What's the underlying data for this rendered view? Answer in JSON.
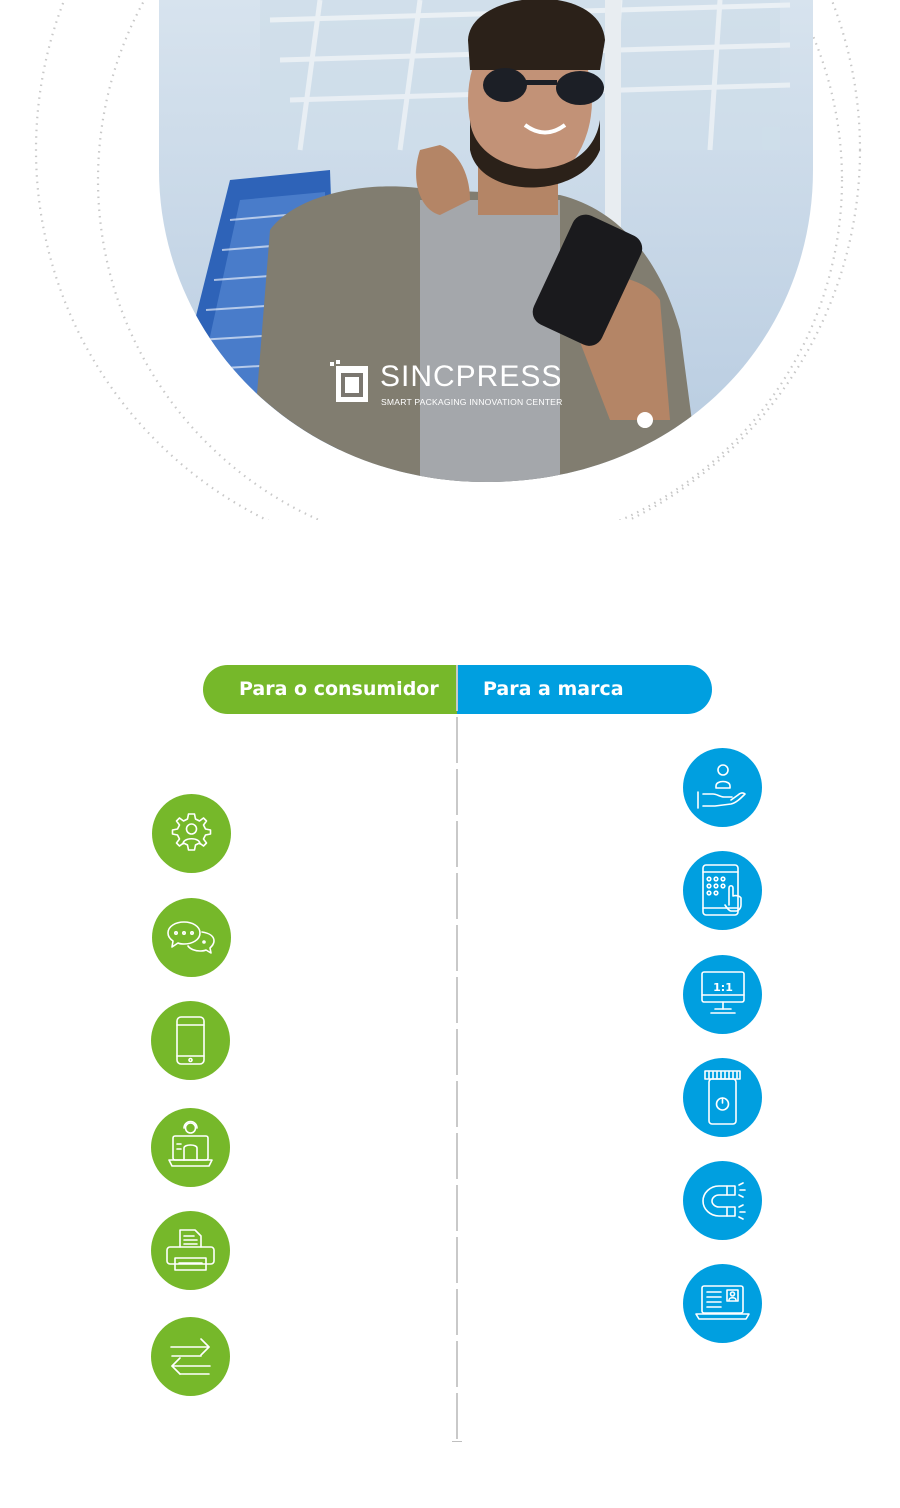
{
  "brand": {
    "name": "SINCPRESS",
    "tagline": "SMART PACKAGING INNOVATION CENTER"
  },
  "tabs": {
    "consumer_label": "Para o consumidor",
    "brand_label": "Para a marca"
  },
  "colors": {
    "consumer_green": "#76b82a",
    "brand_blue": "#009fe0",
    "divider": "#c9c9c9"
  },
  "consumer_icons": [
    "user-gear-icon",
    "chat-bubbles-icon",
    "smartphone-icon",
    "support-agent-laptop-icon",
    "printer-icon",
    "exchange-arrows-icon"
  ],
  "brand_icons": [
    "hand-user-icon",
    "tablet-touch-icon",
    "monitor-one-to-one-icon",
    "device-power-icon",
    "magnet-icon",
    "laptop-profile-icon"
  ],
  "brand_icon_labels": {
    "one_to_one": "1:1"
  }
}
